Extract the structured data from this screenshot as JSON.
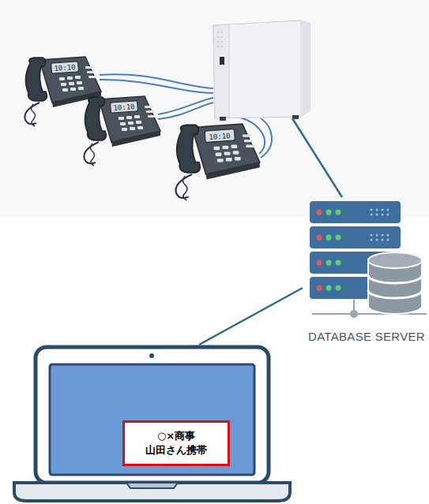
{
  "diagram": {
    "nodes": [
      {
        "text": [
          "DATABASE SERVER"
        ]
      },
      {
        "text": [
          "○×商事 山田さん携帯"
        ]
      }
    ],
    "labels": [
      "10:10",
      "10:10",
      "10:10"
    ]
  }
}
